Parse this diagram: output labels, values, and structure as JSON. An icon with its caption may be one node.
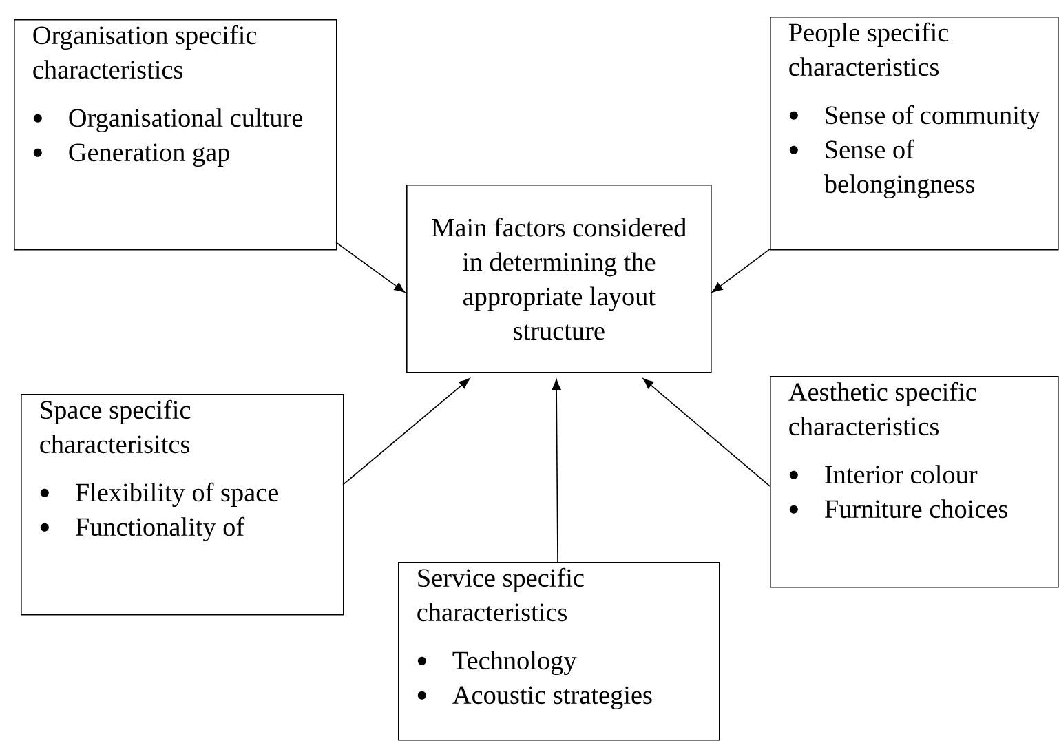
{
  "diagram": {
    "nodes": [
      {
        "text": [
          "Main factors considered in determining the appropriate layout structure"
        ]
      },
      {
        "text": [
          "Organisation specific characteristics",
          "Organisational culture",
          "Generation gap"
        ]
      },
      {
        "text": [
          "People specific characteristics",
          "Sense of community",
          "Sense of belongingness"
        ]
      },
      {
        "text": [
          "Space specific characterisitcs",
          "Flexibility of space",
          "Functionality of"
        ]
      },
      {
        "text": [
          "Service specific characteristics",
          "Technology",
          "Acoustic strategies"
        ]
      },
      {
        "text": [
          "Aesthetic specific characteristics",
          "Interior colour",
          "Furniture choices"
        ]
      }
    ],
    "edges": [
      {
        "from": 1,
        "to": 0,
        "arrow": "to"
      },
      {
        "from": 2,
        "to": 0,
        "arrow": "to"
      },
      {
        "from": 3,
        "to": 0,
        "arrow": "to"
      },
      {
        "from": 4,
        "to": 0,
        "arrow": "to"
      },
      {
        "from": 5,
        "to": 0,
        "arrow": "to"
      }
    ]
  }
}
